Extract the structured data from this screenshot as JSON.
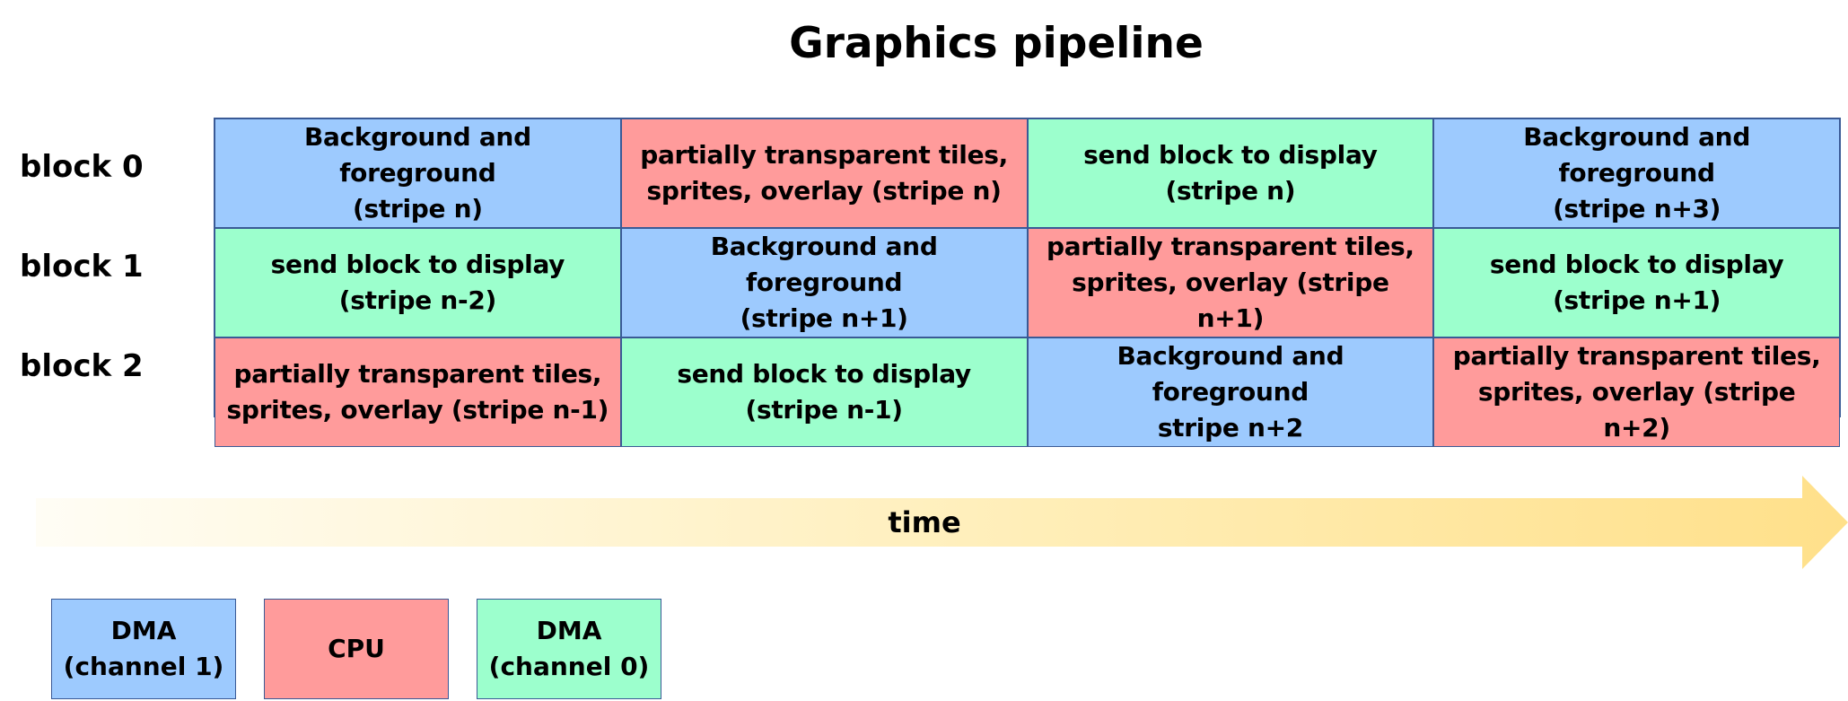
{
  "title": "Graphics pipeline",
  "rows": [
    {
      "label": "block 0",
      "cells": [
        {
          "text": "Background and foreground\n(stripe n)",
          "unit": "dma1"
        },
        {
          "text": "partially transparent tiles,\nsprites, overlay (stripe n)",
          "unit": "cpu"
        },
        {
          "text": "send block to display\n(stripe n)",
          "unit": "dma0"
        },
        {
          "text": "Background and foreground\n(stripe n+3)",
          "unit": "dma1"
        }
      ]
    },
    {
      "label": "block 1",
      "cells": [
        {
          "text": "send block to display\n(stripe n-2)",
          "unit": "dma0"
        },
        {
          "text": "Background and foreground\n(stripe n+1)",
          "unit": "dma1"
        },
        {
          "text": "partially transparent tiles,\nsprites, overlay (stripe n+1)",
          "unit": "cpu"
        },
        {
          "text": "send block to display\n(stripe n+1)",
          "unit": "dma0"
        }
      ]
    },
    {
      "label": "block 2",
      "cells": [
        {
          "text": "partially transparent tiles,\nsprites, overlay (stripe n-1)",
          "unit": "cpu"
        },
        {
          "text": "send block to display\n(stripe n-1)",
          "unit": "dma0"
        },
        {
          "text": "Background and foreground\nstripe n+2",
          "unit": "dma1"
        },
        {
          "text": "partially transparent tiles,\nsprites, overlay (stripe n+2)",
          "unit": "cpu"
        }
      ]
    }
  ],
  "arrow_label": "time",
  "legend": [
    {
      "text": "DMA\n(channel 1)",
      "unit": "dma1"
    },
    {
      "text": "CPU",
      "unit": "cpu"
    },
    {
      "text": "DMA\n(channel 0)",
      "unit": "dma0"
    }
  ],
  "colors": {
    "dma1": "#9dcafe",
    "cpu": "#ff9b9b",
    "dma0": "#9cffcd",
    "border": "#3a5a96",
    "arrow_start": "#fffdf5",
    "arrow_end": "#ffe08a"
  }
}
